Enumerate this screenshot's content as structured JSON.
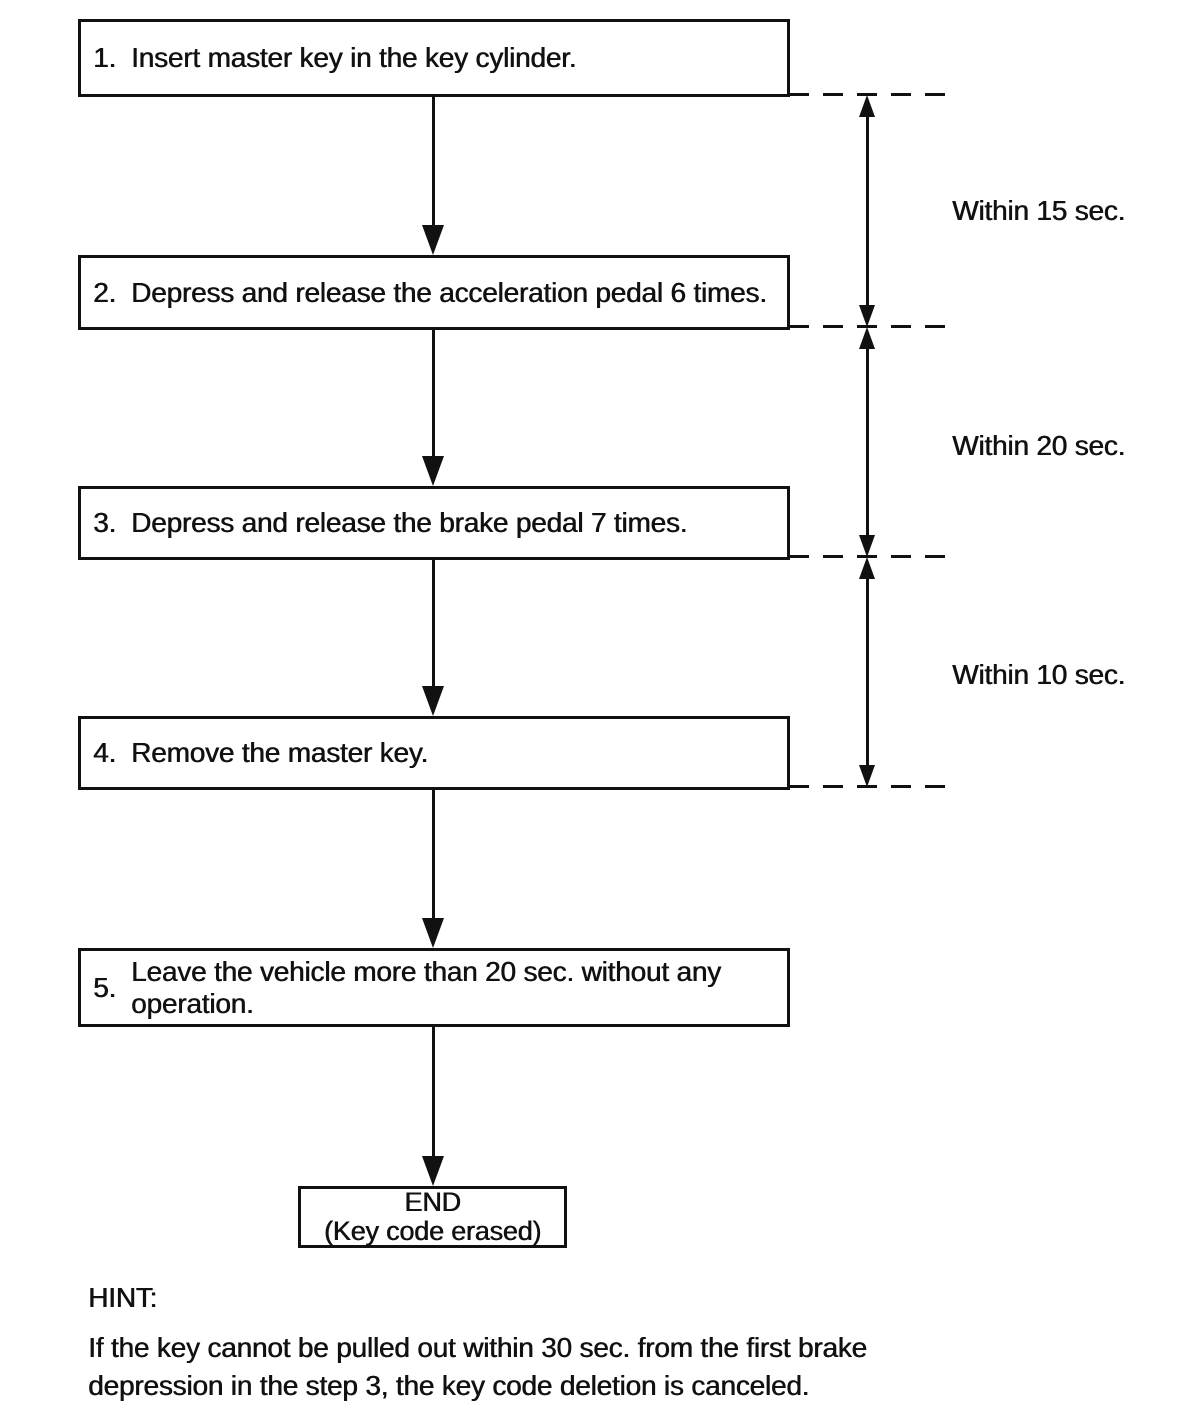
{
  "diagram": {
    "title_hidden": "",
    "steps": [
      {
        "number": "1.",
        "text": "Insert master key in the key cylinder."
      },
      {
        "number": "2.",
        "text": "Depress and release the acceleration pedal 6 times."
      },
      {
        "number": "3.",
        "text": "Depress and release the brake pedal 7 times."
      },
      {
        "number": "4.",
        "text": "Remove the master key."
      },
      {
        "number": "5.",
        "text": "Leave the vehicle more than 20 sec. without any operation."
      }
    ],
    "end_box": {
      "line1": "END",
      "line2": "(Key code erased)"
    },
    "timings": [
      {
        "label": "Within 15 sec."
      },
      {
        "label": "Within 20 sec."
      },
      {
        "label": "Within 10 sec."
      }
    ],
    "hint": {
      "title": "HINT:",
      "body": "If the key cannot be pulled out within 30 sec. from the first brake depression in the step 3, the key code deletion is canceled."
    },
    "colors": {
      "ink": "#111111",
      "paper": "#ffffff"
    }
  }
}
